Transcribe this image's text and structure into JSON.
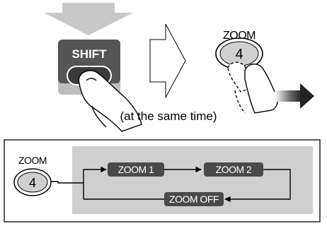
{
  "top": {
    "shift_button_label": "SHIFT",
    "zoom_title": "ZOOM",
    "zoom_key_label": "4",
    "caption": "(at the same time)"
  },
  "cycle": {
    "zoom_title": "ZOOM",
    "zoom_key_label": "4",
    "steps": [
      "ZOOM 1",
      "ZOOM 2",
      "ZOOM OFF"
    ]
  },
  "colors": {
    "shift_button": "#555555",
    "shift_surround": "#bdbdbd",
    "press_arrow": "#c8c8c8",
    "panel_background": "#cfcfcf",
    "step_badge": "#4a4a4a",
    "key_fill": "#d0d0d0"
  }
}
